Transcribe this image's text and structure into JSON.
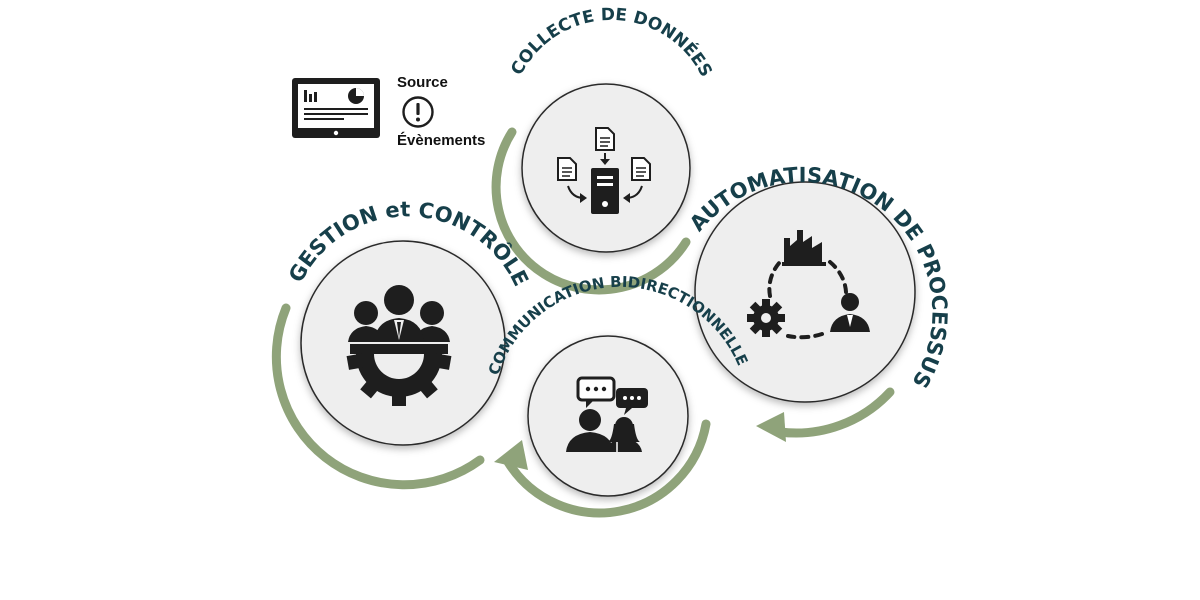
{
  "legend": {
    "source": "Source",
    "events": "Évènements",
    "monitor_icon": "dashboard-monitor-icon",
    "alert_icon": "exclamation-circle-icon"
  },
  "steps": [
    {
      "id": "collecte",
      "label": "COLLECTE DE DONNÉES",
      "icon": "data-collection-server-icon"
    },
    {
      "id": "automatisation",
      "label": "AUTOMATISATION DE PROCESSUS",
      "icon": "process-automation-cycle-icon"
    },
    {
      "id": "communication",
      "label": "COMMUNICATION BIDIRECTIONNELLE",
      "icon": "two-people-chat-icon"
    },
    {
      "id": "gestion",
      "label": "GESTION et CONTRÔLE",
      "icon": "management-gear-team-icon"
    }
  ],
  "colors": {
    "arc_green": "#8fa37a",
    "label_teal": "#163f4a",
    "circle_fill": "#eeeeee",
    "circle_stroke": "#2a2a2a",
    "icon_dark": "#1e1e1e"
  }
}
